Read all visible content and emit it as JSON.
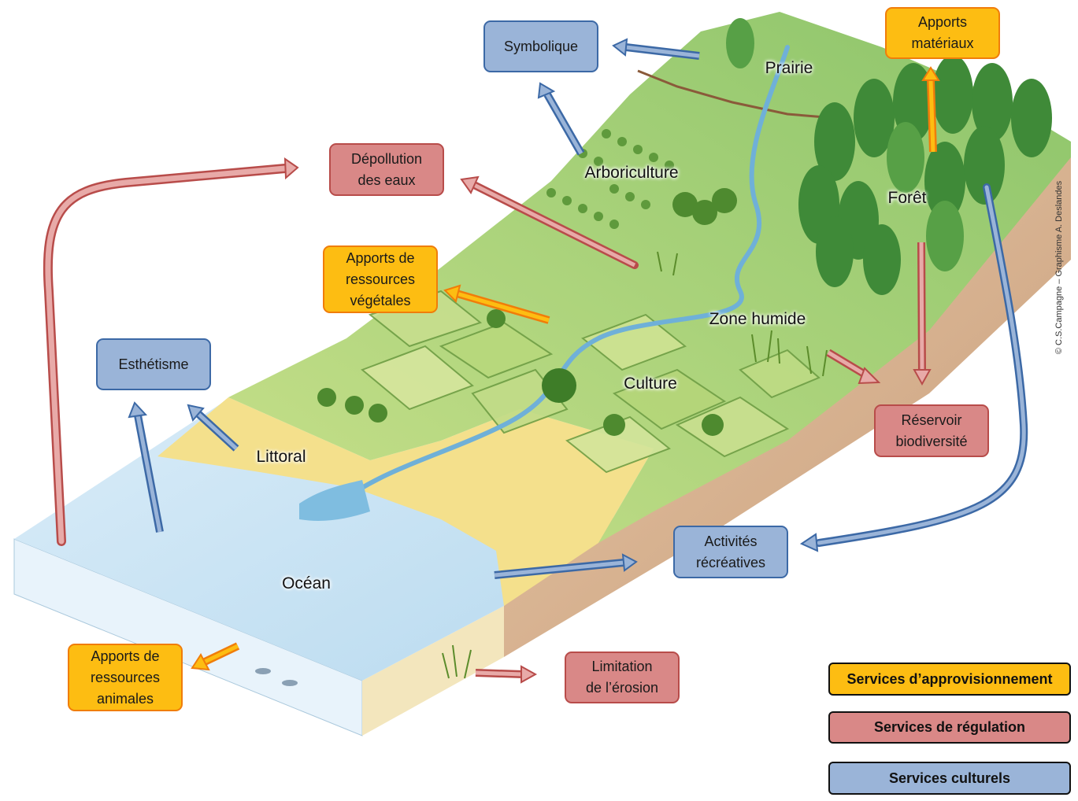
{
  "colors": {
    "provisioning": "#fdbd12",
    "regulation": "#d98887",
    "cultural": "#9ab4d8",
    "ocean": "#cfe6f5",
    "beach": "#f4e08c",
    "meadow": "#a8d27a",
    "soil": "#d9b08c"
  },
  "places": {
    "prairie": "Prairie",
    "arboriculture": "Arboriculture",
    "foret": "Forêt",
    "zone_humide": "Zone humide",
    "culture": "Culture",
    "littoral": "Littoral",
    "ocean": "Océan"
  },
  "boxes": {
    "symbolique": "Symbolique",
    "apports_materiaux": [
      "Apports",
      "matériaux"
    ],
    "depollution": [
      "Dépollution",
      "des eaux"
    ],
    "apports_vegetales": [
      "Apports de",
      "ressources",
      "végétales"
    ],
    "esthetisme": "Esthétisme",
    "reservoir": [
      "Réservoir",
      "biodiversité"
    ],
    "activites": [
      "Activités",
      "récréatives"
    ],
    "apports_animales": [
      "Apports de",
      "ressources",
      "animales"
    ],
    "erosion": [
      "Limitation",
      "de l’érosion"
    ]
  },
  "legend": {
    "provisioning": "Services d’approvisionnement",
    "regulation": "Services de régulation",
    "cultural": "Services culturels"
  },
  "credit": "© C.S.Campagne – Graphisme A. Deslandes"
}
